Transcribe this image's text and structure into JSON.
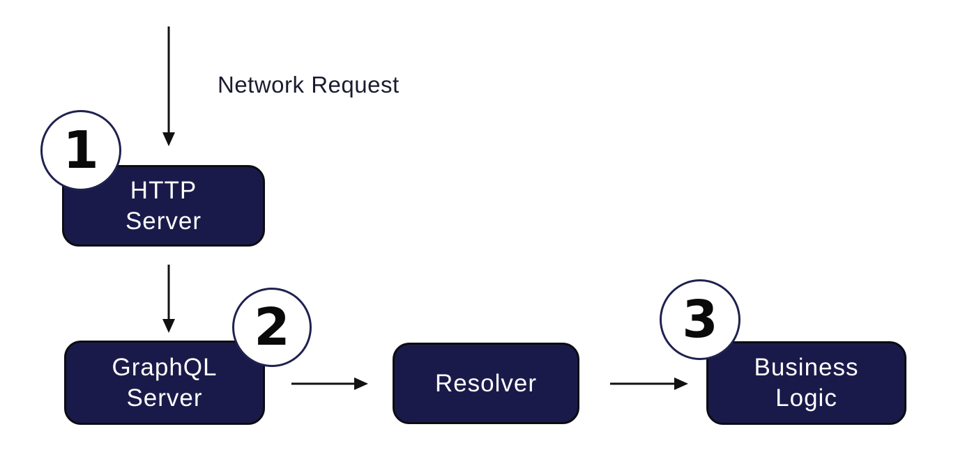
{
  "diagram": {
    "title_hint": "GraphQL request flow",
    "edge_label": "Network Request",
    "nodes": [
      {
        "id": "http-server",
        "label": "HTTP\nServer",
        "badge": "1"
      },
      {
        "id": "graphql-server",
        "label": "GraphQL\nServer",
        "badge": "2"
      },
      {
        "id": "resolver",
        "label": "Resolver"
      },
      {
        "id": "business-logic",
        "label": "Business\nLogic",
        "badge": "3"
      }
    ],
    "arrows": [
      {
        "id": "network-request-arrow",
        "from": "external",
        "to": "http-server",
        "direction": "down"
      },
      {
        "id": "http-to-graphql-arrow",
        "from": "http-server",
        "to": "graphql-server",
        "direction": "down"
      },
      {
        "id": "graphql-to-resolver-arrow",
        "from": "graphql-server",
        "to": "resolver",
        "direction": "right"
      },
      {
        "id": "resolver-to-business-arrow",
        "from": "resolver",
        "to": "business-logic",
        "direction": "right"
      }
    ],
    "colors": {
      "background": "#ffffff",
      "node_fill": "#1a1a4a",
      "node_border": "#0c0c14",
      "node_text": "#ffffff",
      "badge_fill": "#ffffff",
      "badge_border": "#1f2150",
      "badge_text": "#0a0a0a",
      "arrow": "#111111",
      "edge_label_text": "#1b1b30"
    }
  }
}
